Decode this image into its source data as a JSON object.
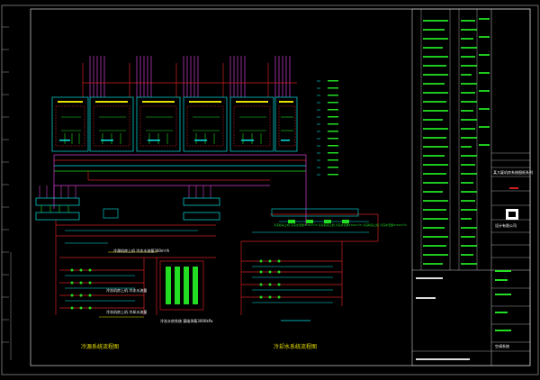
{
  "drawing": {
    "left_title": "冷源系统流程图",
    "right_title": "冷却水系统流程图",
    "left_notes": [
      "冷源机房上机 冷冻水流量300m³/h",
      "冷冻机房上机 冷冻水流量",
      "冷冻机房上机 冷却水流量",
      "冷冻水房系统 基础承载3000kPa"
    ],
    "right_header": "冷冻机房上机 冷冻水流量4700m³/h  冷冻机房上机 冷冻水流量4700m³/h 冷冻机房上机 冷冻水流量4700m³/h"
  },
  "title_block": {
    "project_label": "某大厦机房系统图纸系列",
    "company_label": "设计有限公司",
    "sheet_label": "空调系统"
  },
  "colors": {
    "background": "#000000",
    "frame": "#9a9a9a",
    "cyan": "#00e5e5",
    "yellow": "#e8e000",
    "green": "#22dd22",
    "red": "#d02020",
    "magenta": "#d040d0",
    "white": "#ffffff"
  }
}
